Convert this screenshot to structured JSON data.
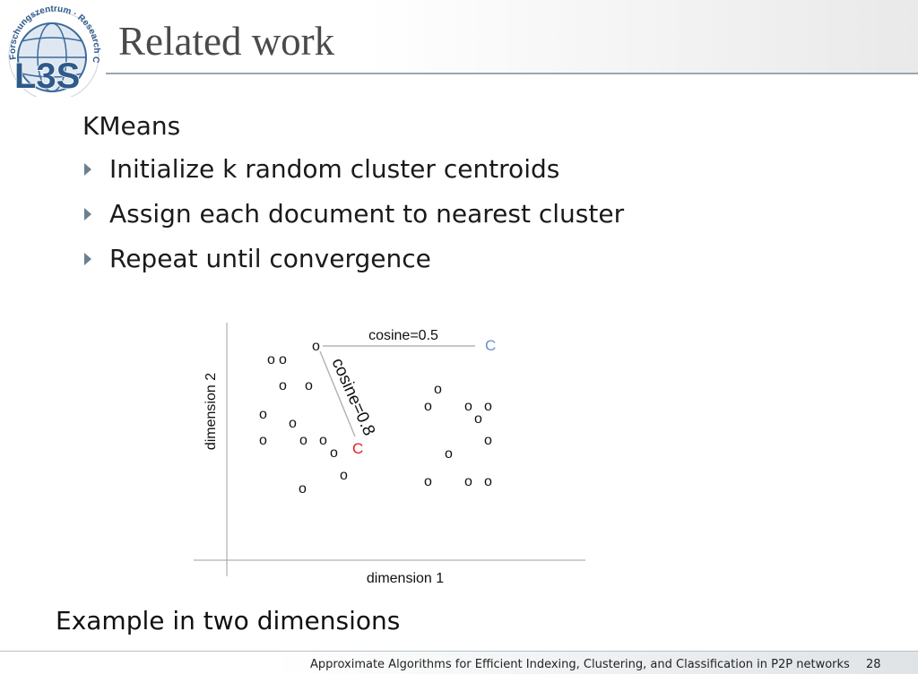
{
  "slide": {
    "title": "Related work",
    "intro": "KMeans",
    "bullets": [
      "Initialize k random cluster centroids",
      "Assign each document to nearest cluster",
      "Repeat until convergence"
    ],
    "caption": "Example in two dimensions"
  },
  "logo": {
    "wordmark": "L3S",
    "ring_text": "Forschungszentrum · Research Center"
  },
  "diagram": {
    "xlabel": "dimension 1",
    "ylabel": "dimension 2",
    "point_glyph": "o",
    "centroid_glyph": "C",
    "label_cosine_05": "cosine=0.5",
    "label_cosine_08": "cosine=0.8",
    "colors": {
      "centroid_blue": "#6b8fd6",
      "centroid_red": "#e02020",
      "axis": "#9aa0a6",
      "line": "#b5b5b5"
    }
  },
  "footer": {
    "text": "Approximate Algorithms for Efficient Indexing, Clustering, and Classification in P2P networks",
    "page": "28"
  }
}
